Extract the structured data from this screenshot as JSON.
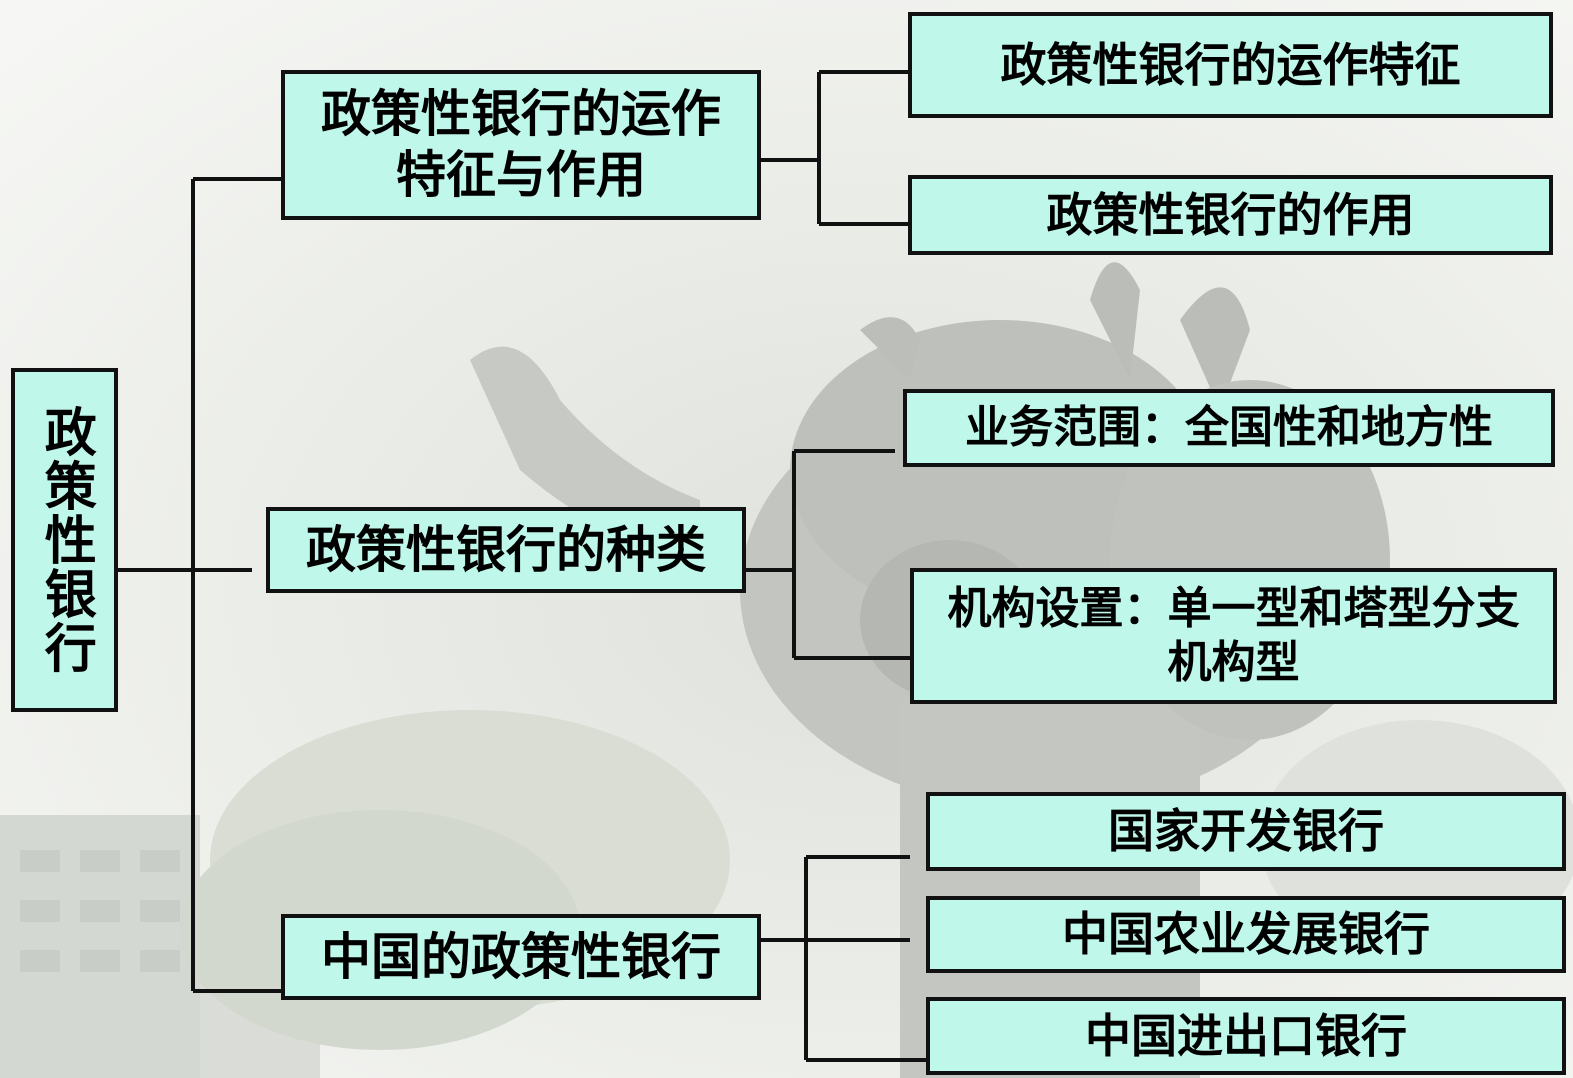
{
  "root": {
    "label": "政策性银行"
  },
  "branches": [
    {
      "label": "政策性银行的运作特征与作用",
      "children": [
        "政策性银行的运作特征",
        "政策性银行的作用"
      ]
    },
    {
      "label": "政策性银行的种类",
      "children": [
        "业务范围：全国性和地方性",
        "机构设置：单一型和塔型分支机构型"
      ]
    },
    {
      "label": "中国的政策性银行",
      "children": [
        "国家开发银行",
        "中国农业发展银行",
        "中国进出口银行"
      ]
    }
  ],
  "colors": {
    "node_fill": "#bff7ea",
    "node_border": "#111111",
    "connector": "#111111",
    "background": "#e7eae4"
  }
}
